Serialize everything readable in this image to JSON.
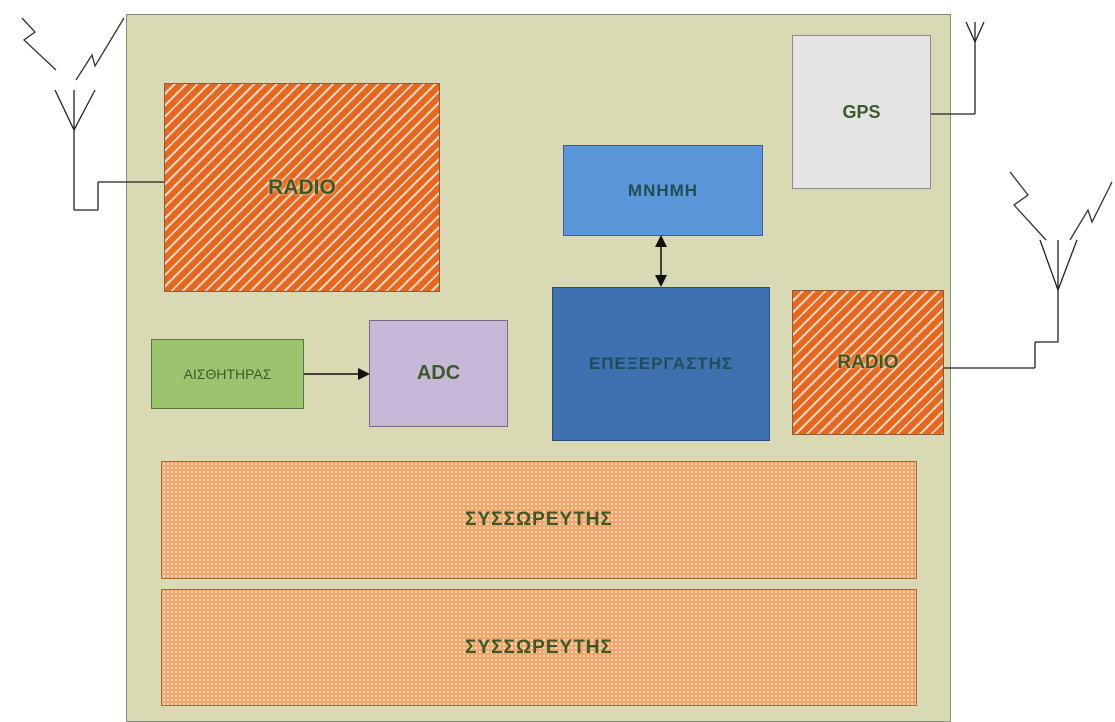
{
  "blocks": {
    "radio_left": "RADIO",
    "gps": "GPS",
    "memory": "ΜΝΗΜΗ",
    "processor": "ΕΠΕΞΕΡΓΑΣΤΗΣ",
    "radio_right": "RADIO",
    "sensor": "ΑΙΣΘΗΤΗΡΑΣ",
    "adc": "ADC",
    "battery_1": "ΣΥΣΣΩΡΕΥΤΗΣ",
    "battery_2": "ΣΥΣΣΩΡΕΥΤΗΣ"
  },
  "colors": {
    "board": "#d9d9b3",
    "radio": "#e8671e",
    "battery": "#f4a366",
    "memory": "#5b96d8",
    "processor": "#3f70b0",
    "gps": "#e4e4e4",
    "adc": "#c8b8d8",
    "sensor": "#9cc46f"
  }
}
